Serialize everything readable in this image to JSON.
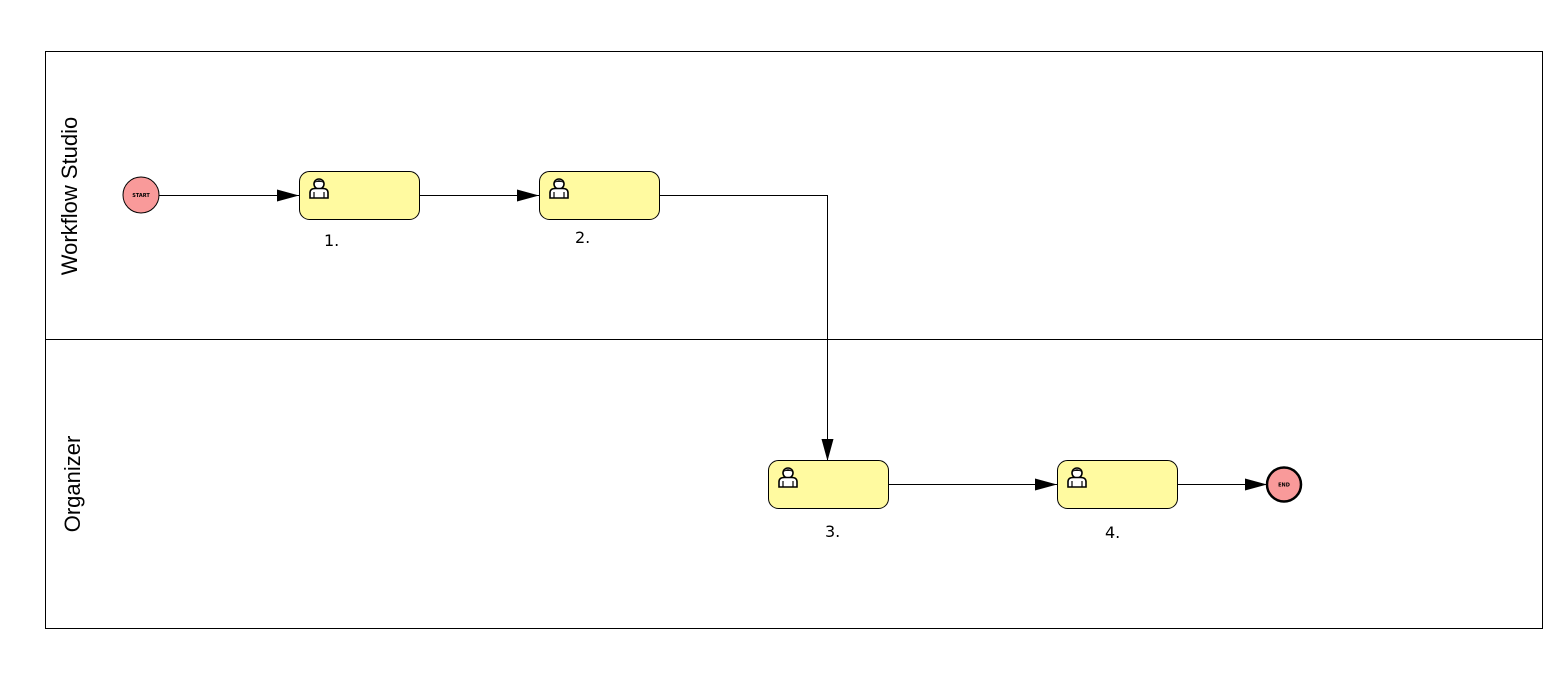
{
  "colors": {
    "task_fill": "#fffaa0",
    "task_stroke": "#000000",
    "start_fill": "#f99a9a",
    "end_fill": "#f99a9a",
    "line": "#000000"
  },
  "pool": {
    "lanes": [
      {
        "id": "workflow-studio",
        "label": "Workflow Studio"
      },
      {
        "id": "organizer",
        "label": "Organizer"
      }
    ]
  },
  "events": {
    "start": {
      "label": "START",
      "icon": "start-event-icon"
    },
    "end": {
      "label": "END",
      "icon": "end-event-icon"
    }
  },
  "tasks": [
    {
      "id": "task-1",
      "caption": "1.",
      "icon": "user-icon",
      "lane": "workflow-studio"
    },
    {
      "id": "task-2",
      "caption": "2.",
      "icon": "user-icon",
      "lane": "workflow-studio"
    },
    {
      "id": "task-3",
      "caption": "3.",
      "icon": "user-icon",
      "lane": "organizer"
    },
    {
      "id": "task-4",
      "caption": "4.",
      "icon": "user-icon",
      "lane": "organizer"
    }
  ]
}
